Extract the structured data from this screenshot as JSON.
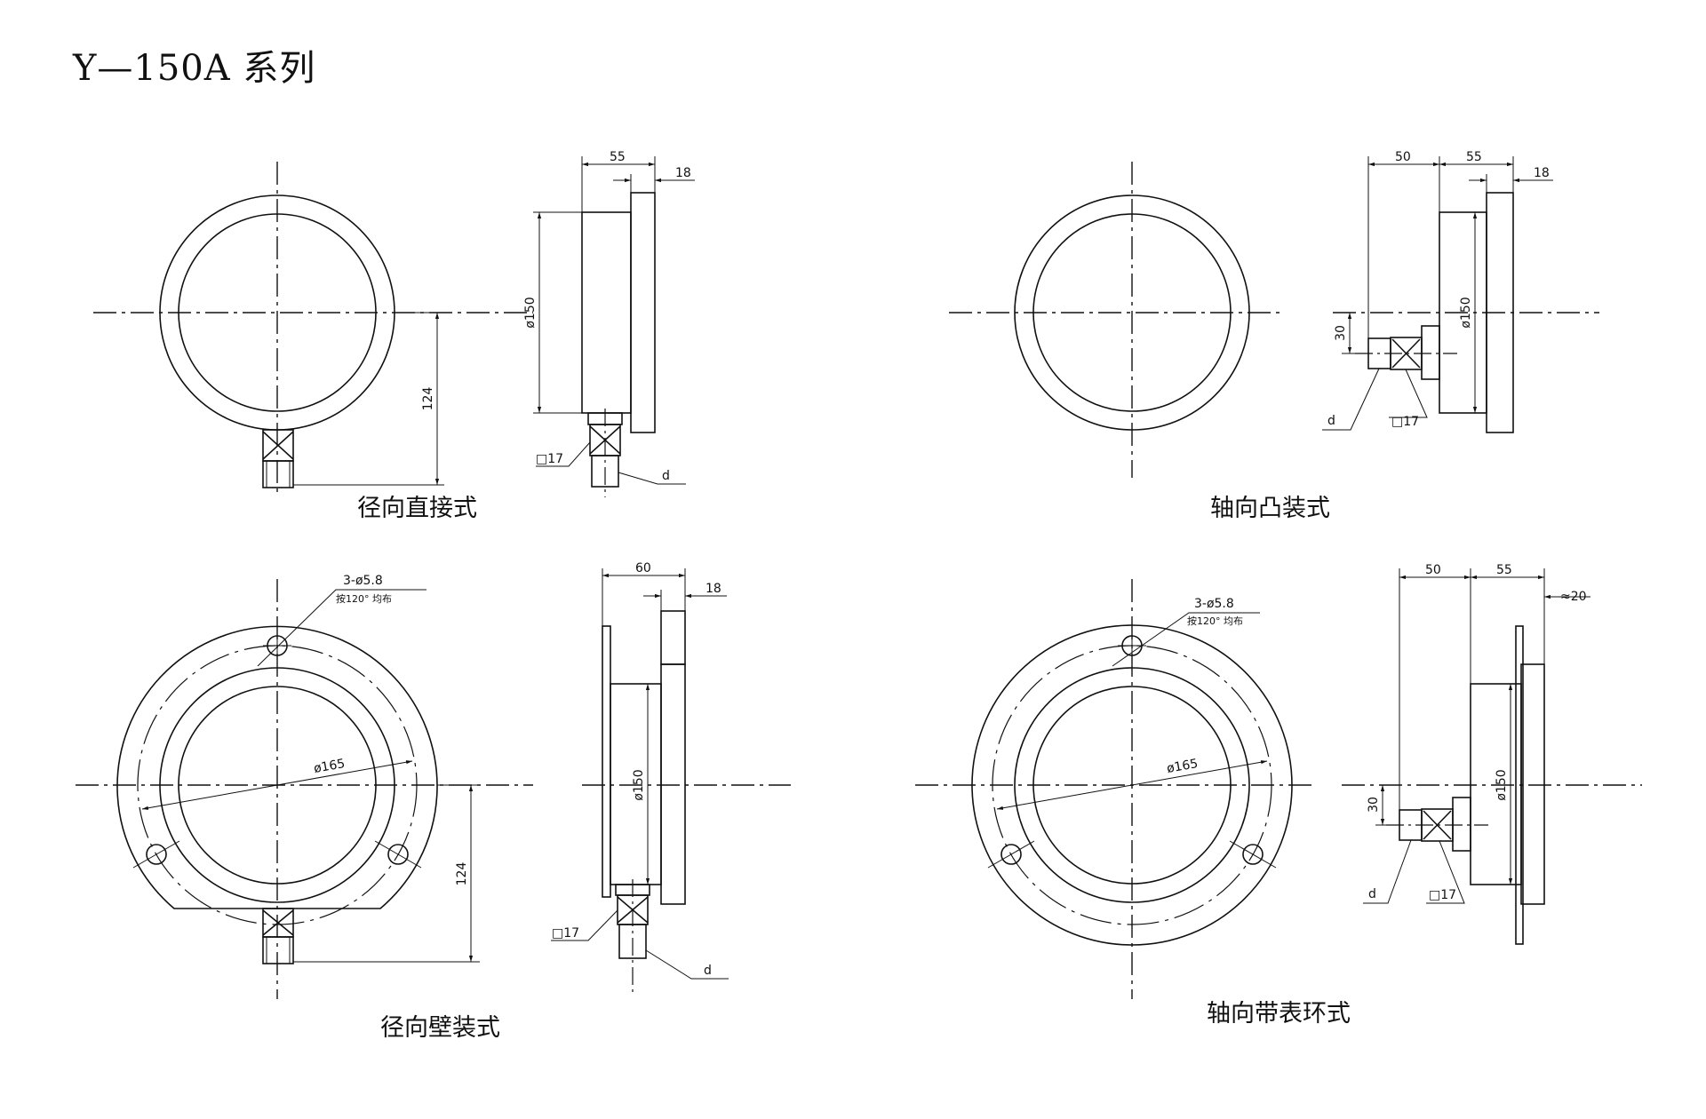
{
  "title": "Y—150A 系列",
  "views": {
    "radial_direct": {
      "caption": "径向直接式",
      "dims": {
        "w55": "55",
        "w18": "18",
        "dia150": "ø150",
        "h124": "124",
        "hex": "□17",
        "d": "d"
      }
    },
    "axial_flange": {
      "caption": "轴向凸装式",
      "dims": {
        "w50": "50",
        "w55": "55",
        "w18": "18",
        "h30": "30",
        "dia150": "ø150",
        "d": "d",
        "hex": "□17"
      }
    },
    "radial_wall": {
      "caption": "径向壁装式",
      "holes": "3-ø5.8",
      "holes_note": "按120° 均布",
      "dims": {
        "dia165": "ø165",
        "w60": "60",
        "w18": "18",
        "dia150": "ø150",
        "h124": "124",
        "hex": "□17",
        "d": "d"
      }
    },
    "axial_ring": {
      "caption": "轴向带表环式",
      "holes": "3-ø5.8",
      "holes_note": "按120° 均布",
      "dims": {
        "dia165": "ø165",
        "w50": "50",
        "w55": "55",
        "w20": "≈20",
        "h30": "30",
        "dia150": "ø150",
        "d": "d",
        "hex": "□17"
      }
    }
  }
}
